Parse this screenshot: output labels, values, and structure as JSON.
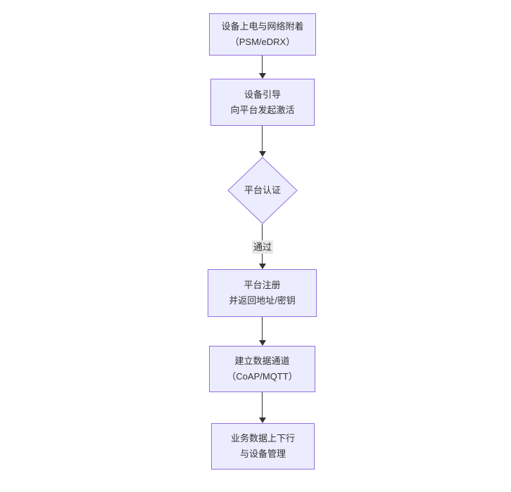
{
  "diagram": {
    "type": "flowchart",
    "direction": "top-down",
    "colors": {
      "node_fill": "#ECECFF",
      "node_border": "#9370DB",
      "arrow": "#333333",
      "text": "#333333",
      "edge_label_bg": "#e8e8e8",
      "canvas_bg": "#ffffff"
    },
    "nodes": [
      {
        "id": "power-network-attach",
        "shape": "rect",
        "lines": [
          "设备上电与网络附着",
          "（PSM/eDRX）"
        ]
      },
      {
        "id": "device-bootstrap",
        "shape": "rect",
        "lines": [
          "设备引导",
          "向平台发起激活"
        ]
      },
      {
        "id": "platform-auth",
        "shape": "diamond",
        "lines": [
          "平台认证"
        ]
      },
      {
        "id": "platform-register",
        "shape": "rect",
        "lines": [
          "平台注册",
          "并返回地址/密钥"
        ]
      },
      {
        "id": "data-channel",
        "shape": "rect",
        "lines": [
          "建立数据通道",
          "（CoAP/MQTT）"
        ]
      },
      {
        "id": "business-data",
        "shape": "rect",
        "lines": [
          "业务数据上下行",
          "与设备管理"
        ]
      }
    ],
    "edges": [
      {
        "from": "power-network-attach",
        "to": "device-bootstrap",
        "label": ""
      },
      {
        "from": "device-bootstrap",
        "to": "platform-auth",
        "label": ""
      },
      {
        "from": "platform-auth",
        "to": "platform-register",
        "label": "通过"
      },
      {
        "from": "platform-register",
        "to": "data-channel",
        "label": ""
      },
      {
        "from": "data-channel",
        "to": "business-data",
        "label": ""
      }
    ]
  }
}
